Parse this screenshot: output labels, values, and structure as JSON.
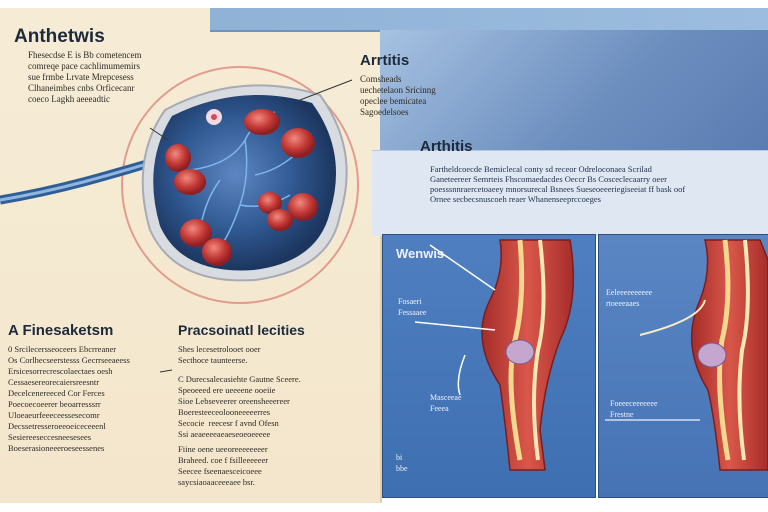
{
  "panels": {
    "top_left_title": "Anthetwis",
    "top_left_text": "Fhesecdse E is Bb cometencem\ncomreqe pace cachlimumemirs\nsue frmbe Lrvate Mrepcesess\nClhaneimbes cnbs Orficecanr\ncoeco Lagkh aeeeadtic",
    "cell_label_title": "Arrtitis",
    "cell_label_text": "Comsheads\nuechetelaon Sricinng\nopeclee bemicatea\nSagoedelsoes",
    "mid_right_title": "Arthitis",
    "mid_right_text": "Fartheldcoecde Bemiclecal conty sd receor Odreloconaea Scrilad\nGaneteereer Semrteis Fhscomaedacdes Oeccr Bs Cosceclecaarry oeer\npoesssnnraercetoaeey mnorsurecal Bsnees Sueseoeeeriegiseeiat ff bask oof\nOrnee secbecsnuscoeh reaer Whanenseeprccoeges",
    "bottom_left_title": "A Finesaketsm",
    "bottom_left_text": "0 Srcilecersseoceers Ebcrreaner\nOs Corlhecseerstesss Gecrrseeaeess\nErsicesorrecrescolaectaes oesh\nCessaesereorecaiersreesntr\nDecelcenereeced Cor Ferces\nPoecoecoeerer beoarresssrr\nUloeaeurfeeeceessesecomr\nDecssetresseroeeoeiceceeenl\nSesiereeseccesneesesees\nBoeserasioneeeroeseessenes",
    "bottom_mid_title": "Pracsoinatl lecities",
    "bottom_mid_text_a": "Shes lecesetrolooet ooer\nSecthoce taunteerse.",
    "bottom_mid_text_b": "C Durecsalecasiehte Gautne Sceere.\nSpeoeeed ere ueeeene ooeiie\nSioe Lebseveerer oreensheeereer\nBoeresteeceolooneeeeerres\nSecocie  reecesr f avnd Ofesn\nSsi aeaeeeeaeaeseoeoeeeee",
    "bottom_mid_text_c": "Fiine oene ueeoreeeeeeeer\nBraheed. coe f fsilleeeeeer\nSeecee fseenaesceicoeee\nsaycsiaoaaceeeaee bsr.",
    "knee_left_label": "Wenwis",
    "knee_left_small_a": "Fosaeri\nFessaaee",
    "knee_left_small_b": "Masceeae\nFeeea",
    "knee_left_corner": "bi\nbbe",
    "knee_right_small_a": "Eeleeeeeeeeee\nrtoeeeaaes",
    "knee_right_small_b": "Foeeeceeeeeee\nFrestne"
  },
  "colors": {
    "cream_panel": "#f5ead2",
    "blue_panel": "#4d7dbf",
    "tissue_red": "#c94a3f",
    "cartilage_yellow": "#f0d48a",
    "cell_blue": "#2a4f85"
  },
  "icons": [
    "joint-cross-section-illustration",
    "knee-joint-illustration-left",
    "knee-joint-illustration-right"
  ]
}
